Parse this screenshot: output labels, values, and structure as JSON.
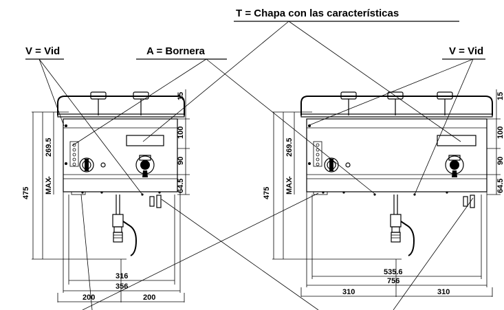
{
  "callouts": {
    "t_plate": "T = Chapa con las características",
    "a_terminal": "A = Bornera",
    "v_screw_left": "V = Vid",
    "v_screw_right": "V = Vid"
  },
  "dimensions_left": {
    "d15": "15",
    "d100": "100",
    "d90": "90",
    "d64_5": "64.5",
    "d269_5": "269.5",
    "d475": "475",
    "dash": "-",
    "max": "MAX",
    "d316": "316",
    "d356": "356",
    "d200_left": "200",
    "d200_right": "200"
  },
  "dimensions_right": {
    "d15": "15",
    "d100": "100",
    "d90": "90",
    "d64_5": "64.5",
    "d269_5": "269.5",
    "d475": "475",
    "dash": "-",
    "max": "MAX",
    "d535_6": "535.6",
    "d756": "756",
    "d310_left": "310",
    "d310_right": "310"
  }
}
